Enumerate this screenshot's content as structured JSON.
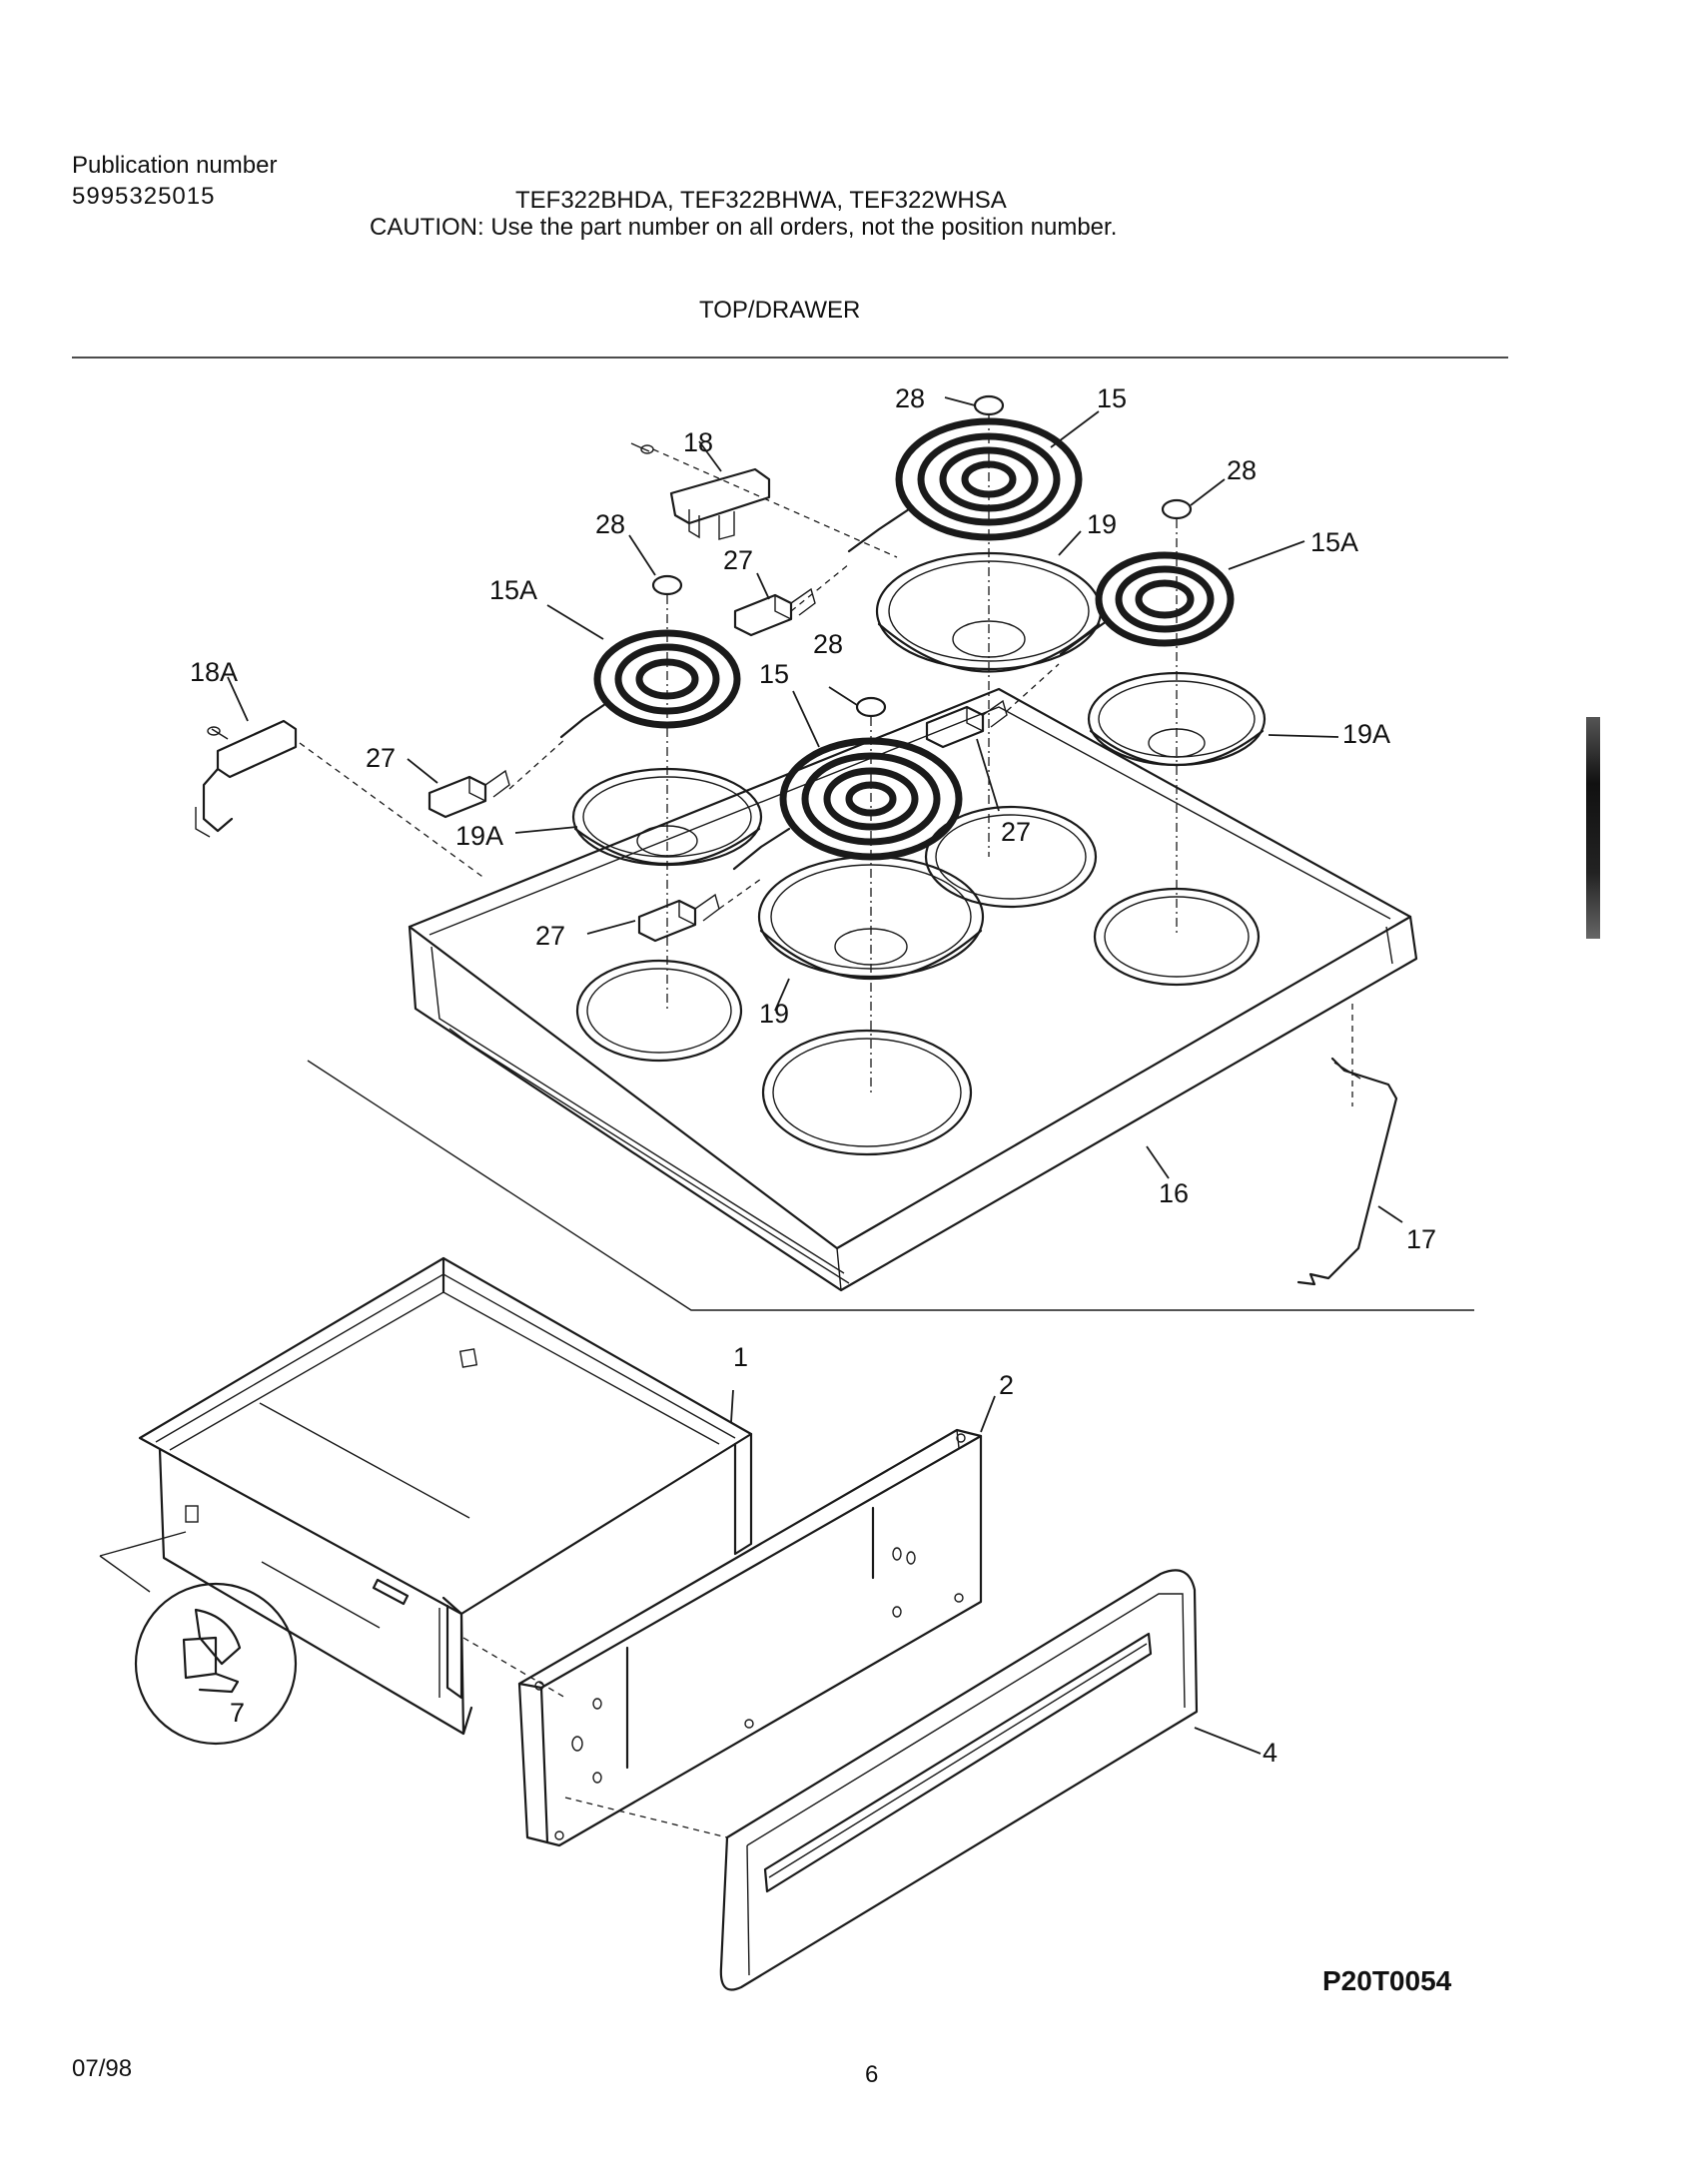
{
  "header": {
    "publication_label": "Publication number",
    "publication_number": "5995325015",
    "models": "TEF322BHDA, TEF322BHWA, TEF322WHSA",
    "caution": "CAUTION:  Use the part number on all orders, not the position number.",
    "section_title": "TOP/DRAWER"
  },
  "diagram": {
    "drawing_code": "P20T0054",
    "callouts": {
      "p28a": "28",
      "p15a": "15",
      "p18": "18",
      "p28b": "28",
      "p28c": "28",
      "p19a": "19",
      "p27a": "27",
      "p15Aa": "15A",
      "p15Ab": "15A",
      "p18A": "18A",
      "p28d": "28",
      "p15b": "15",
      "p27b": "27",
      "p19Aa": "19A",
      "p27c": "27",
      "p19Ab": "19A",
      "p27d": "27",
      "p19b": "19",
      "p16": "16",
      "p17": "17",
      "p1": "1",
      "p2": "2",
      "p4": "4",
      "p7": "7"
    }
  },
  "footer": {
    "date": "07/98",
    "page": "6"
  }
}
